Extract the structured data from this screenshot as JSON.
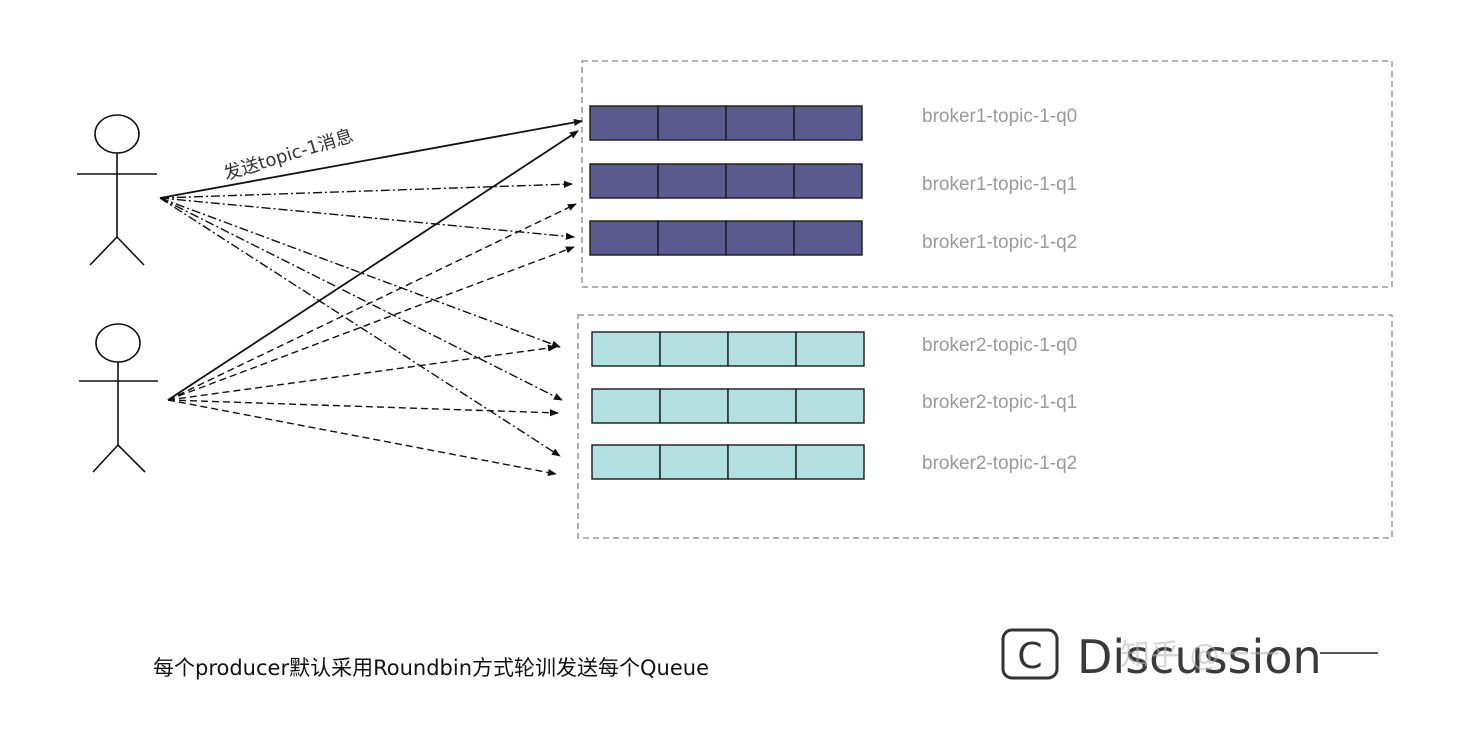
{
  "colors": {
    "broker1_fill": "#5b5a8e",
    "broker2_fill": "#b2dfe0",
    "cell_stroke": "#1a1a1a",
    "label_gray": "#9a9a9a",
    "dash_border": "#888888"
  },
  "edge_label": "发送topic-1消息",
  "caption": "每个producer默认采用Roundbin方式轮训发送每个Queue",
  "brokers": [
    {
      "id": "broker1",
      "queues": [
        {
          "label": "broker1-topic-1-q0",
          "cells": 4
        },
        {
          "label": "broker1-topic-1-q1",
          "cells": 4
        },
        {
          "label": "broker1-topic-1-q2",
          "cells": 4
        }
      ]
    },
    {
      "id": "broker2",
      "queues": [
        {
          "label": "broker2-topic-1-q0",
          "cells": 4
        },
        {
          "label": "broker2-topic-1-q1",
          "cells": 4
        },
        {
          "label": "broker2-topic-1-q2",
          "cells": 4
        }
      ]
    }
  ],
  "producers": [
    {
      "id": "producer-1",
      "arrows": [
        {
          "target": "broker1-topic-1-q0",
          "style": "solid"
        },
        {
          "target": "broker1-topic-1-q1",
          "style": "dashdot"
        },
        {
          "target": "broker1-topic-1-q2",
          "style": "dashdot"
        },
        {
          "target": "broker2-topic-1-q0",
          "style": "dashdot"
        },
        {
          "target": "broker2-topic-1-q1",
          "style": "dashdot"
        },
        {
          "target": "broker2-topic-1-q2",
          "style": "dashdot"
        }
      ]
    },
    {
      "id": "producer-2",
      "arrows": [
        {
          "target": "broker1-topic-1-q0",
          "style": "solid"
        },
        {
          "target": "broker1-topic-1-q1",
          "style": "dashed"
        },
        {
          "target": "broker1-topic-1-q2",
          "style": "dashed"
        },
        {
          "target": "broker2-topic-1-q0",
          "style": "dashed"
        },
        {
          "target": "broker2-topic-1-q1",
          "style": "dashed"
        },
        {
          "target": "broker2-topic-1-q2",
          "style": "dashed"
        }
      ]
    }
  ],
  "watermark": {
    "logo_icon": "copyright-c-icon",
    "logo_text": "Discussion",
    "overlay_text": "知乎 @一一"
  }
}
